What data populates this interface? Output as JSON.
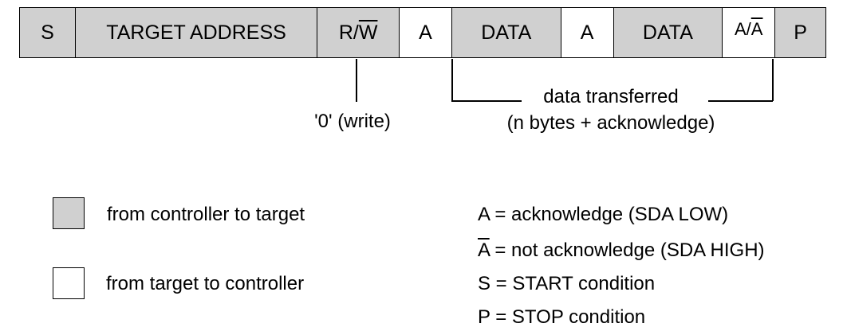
{
  "colors": {
    "controller_to_target": "#d0d0d0",
    "target_to_controller": "#ffffff",
    "line": "#000000"
  },
  "frame": {
    "cells": [
      {
        "text": "S",
        "over": "",
        "tail": "",
        "dir": "controller-to-target"
      },
      {
        "text": "TARGET ADDRESS",
        "over": "",
        "tail": "",
        "dir": "controller-to-target"
      },
      {
        "text": "R/",
        "over": "W",
        "tail": "",
        "dir": "controller-to-target"
      },
      {
        "text": "A",
        "over": "",
        "tail": "",
        "dir": "target-to-controller"
      },
      {
        "text": "DATA",
        "over": "",
        "tail": "",
        "dir": "controller-to-target"
      },
      {
        "text": "A",
        "over": "",
        "tail": "",
        "dir": "target-to-controller"
      },
      {
        "text": "DATA",
        "over": "",
        "tail": "",
        "dir": "controller-to-target"
      },
      {
        "text": "A/",
        "over": "A",
        "tail": "",
        "dir": "target-to-controller"
      },
      {
        "text": "P",
        "over": "",
        "tail": "",
        "dir": "controller-to-target"
      }
    ]
  },
  "annotations": {
    "write_label": "'0' (write)",
    "transfer_label_1": "data transferred",
    "transfer_label_2": "(n bytes + acknowledge)"
  },
  "legend": {
    "controller_to_target": "from controller to target",
    "target_to_controller": "from target to controller"
  },
  "definitions": [
    {
      "over": "",
      "text": "A = acknowledge (SDA LOW)"
    },
    {
      "over": "A",
      "text": " = not acknowledge (SDA HIGH)"
    },
    {
      "over": "",
      "text": "S = START condition"
    },
    {
      "over": "",
      "text": "P = STOP condition"
    }
  ]
}
